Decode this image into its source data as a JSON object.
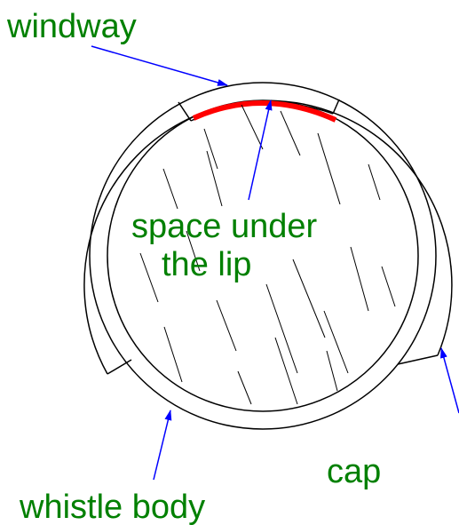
{
  "labels": {
    "windway": "windway",
    "space_line1": "space under",
    "space_line2": "the lip",
    "whistle_body": "whistle body",
    "cap": "cap"
  },
  "colors": {
    "label": "#008000",
    "arrow": "#0000ff",
    "highlight": "#ff0000",
    "line": "#000000"
  }
}
